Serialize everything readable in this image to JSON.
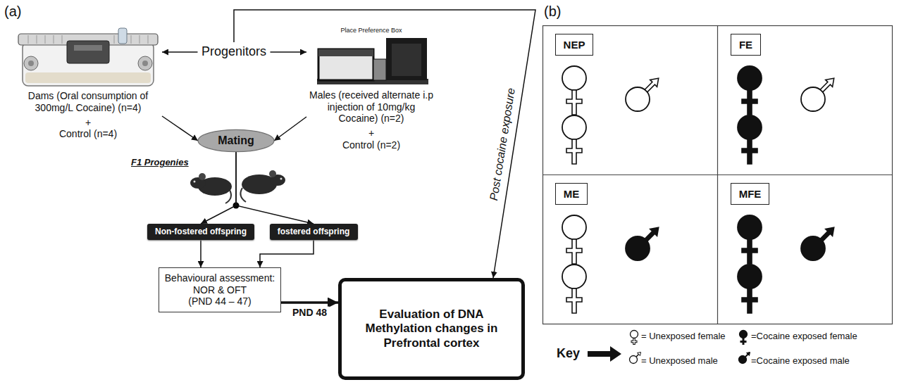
{
  "diagram": {
    "nodes": [
      {
        "text": [
          "Progenitors"
        ]
      },
      {
        "text": [
          "Dams (Oral consumption of 300mg/L Cocaine) (n=4)",
          "+",
          "Control (n=4)"
        ]
      },
      {
        "text": [
          "Place Preference Box",
          "Males (received alternate i.p injection of 10mg/kg Cocaine) (n=2)",
          "+",
          "Control (n=2)"
        ]
      },
      {
        "text": [
          "Mating"
        ]
      },
      {
        "text": [
          "Non-fostered offspring"
        ]
      },
      {
        "text": [
          "fostered offspring"
        ]
      },
      {
        "text": [
          "Behavioural assessment:",
          "NOR & OFT (PND 44 – 47)"
        ]
      },
      {
        "text": [
          "Evaluation of DNA Methylation changes in Prefrontal cortex"
        ]
      },
      {
        "text": [
          "NEP"
        ]
      },
      {
        "text": [
          "FE"
        ]
      },
      {
        "text": [
          "ME"
        ]
      },
      {
        "text": [
          "MFE"
        ]
      }
    ],
    "edges": [
      {
        "from": 0,
        "to": 1,
        "arrow": "to"
      },
      {
        "from": 0,
        "to": 2,
        "arrow": "to"
      },
      {
        "from": 1,
        "to": 3,
        "arrow": "to"
      },
      {
        "from": 2,
        "to": 3,
        "arrow": "to"
      },
      {
        "from": 3,
        "to": 4,
        "arrow": "to"
      },
      {
        "from": 3,
        "to": 5,
        "arrow": "to"
      },
      {
        "from": 4,
        "to": 6,
        "arrow": "to"
      },
      {
        "from": 5,
        "to": 6,
        "arrow": "to"
      },
      {
        "from": 6,
        "to": 7,
        "label": "PND 48",
        "arrow": "to"
      },
      {
        "from": 0,
        "to": 7,
        "label": "Post cocaine exposure",
        "arrow": "to"
      }
    ],
    "labels": [
      "(a)",
      "(b)",
      "F1 Progenies",
      "Key"
    ],
    "legend": [
      {
        "text": "= Unexposed female"
      },
      {
        "text": "=Cocaine exposed female"
      },
      {
        "text": "= Unexposed male"
      },
      {
        "text": "=Cocaine exposed male"
      }
    ]
  }
}
